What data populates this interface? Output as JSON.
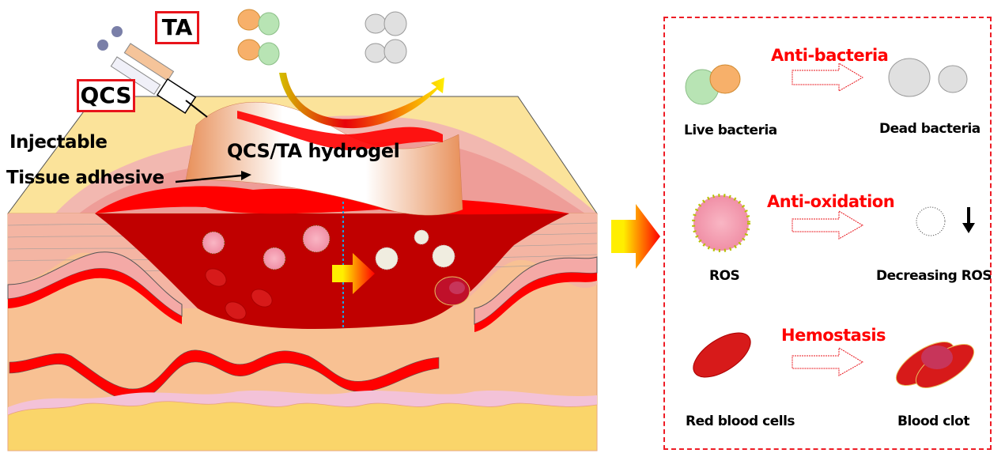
{
  "left_scene": {
    "syringe_labels": {
      "ta": "TA",
      "qcs": "QCS"
    },
    "property_labels": [
      "Injectable",
      "Tissue adhesive"
    ],
    "hydrogel_label": "QCS/TA hydrogel",
    "icons": [
      "dual-syringe-icon",
      "live-bacteria-icon",
      "dead-bacteria-icon",
      "curved-arrow-icon",
      "ros-particle-icon",
      "red-blood-cell-icon",
      "blood-clot-icon",
      "transition-arrow-icon"
    ]
  },
  "functions_panel": {
    "rows": [
      {
        "action": "Anti-bacteria",
        "before": "Live bacteria",
        "after": "Dead bacteria"
      },
      {
        "action": "Anti-oxidation",
        "before": "ROS",
        "after": "Decreasing ROS"
      },
      {
        "action": "Hemostasis",
        "before": "Red blood cells",
        "after": "Blood clot"
      }
    ]
  },
  "colors": {
    "accent_red": "#ff0000",
    "blood_dark": "#c00000",
    "skin_top": "#fbe39a",
    "dermis": "#f8c193",
    "fat": "#fad56a"
  }
}
